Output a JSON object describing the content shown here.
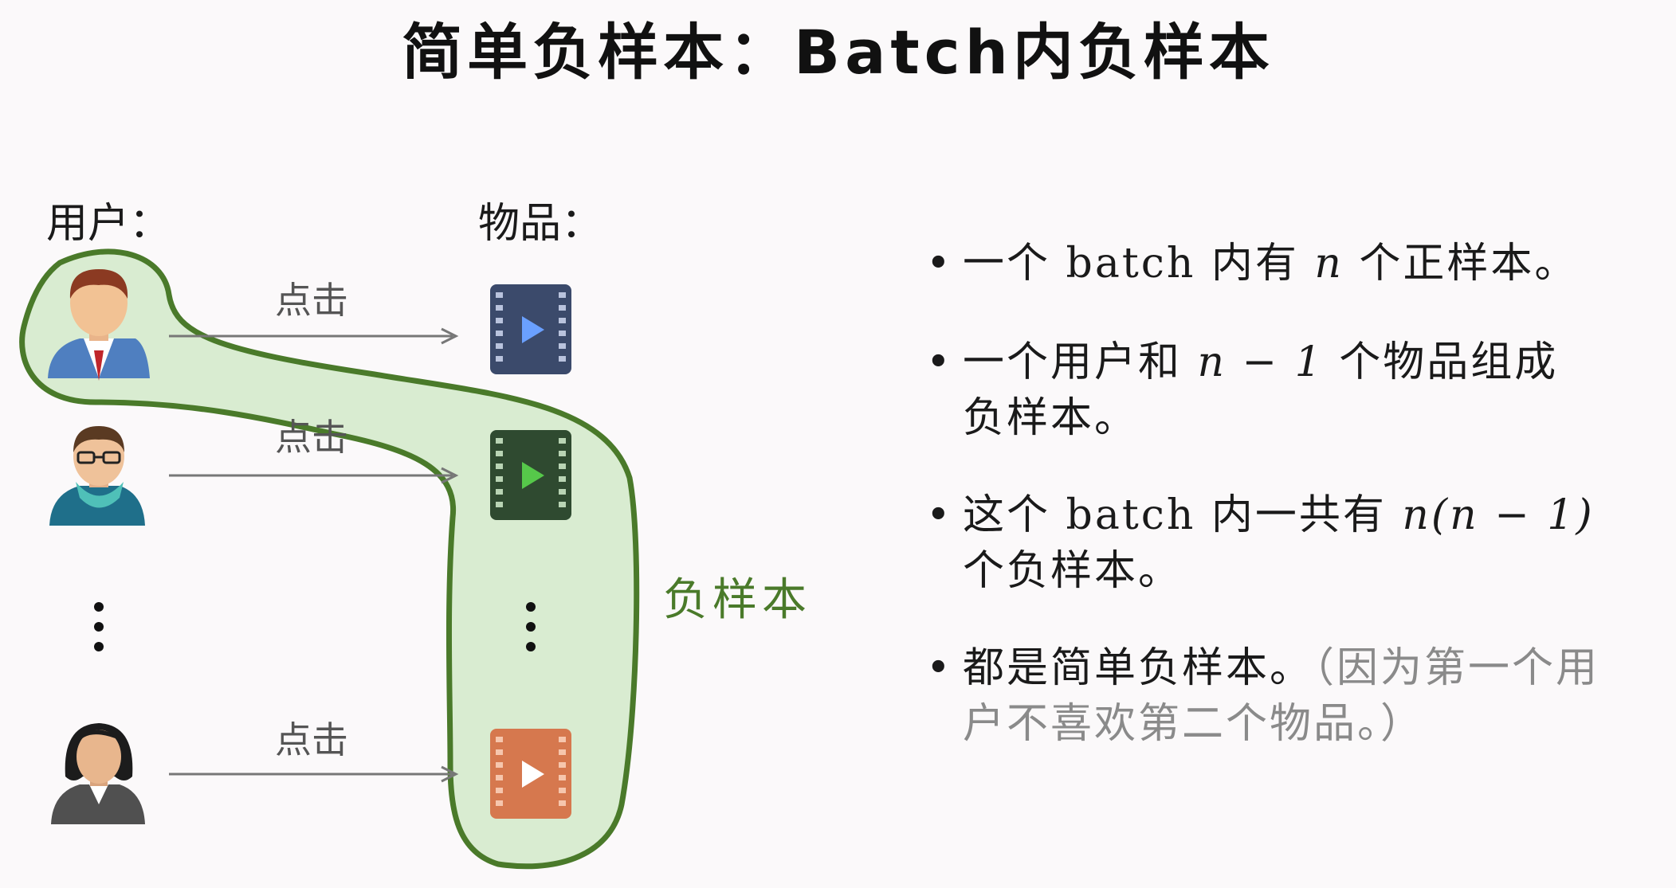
{
  "title": "简单负样本：Batch内负样本",
  "diagram": {
    "users_label": "用户：",
    "items_label": "物品：",
    "click_label": "点击",
    "negative_label": "负样本",
    "vdots": "⋮",
    "colors": {
      "region_fill": "#d9ecd1",
      "region_stroke": "#4a7a2a",
      "arrow": "#777777",
      "negative_text": "#4a7a2a",
      "video1": "#3b4a6b",
      "video2": "#2f4a30",
      "video3": "#d6784e"
    },
    "icons": [
      "male-user-icon",
      "glasses-user-icon",
      "female-user-icon",
      "video-icon"
    ]
  },
  "bullets": [
    {
      "pre": "一个 batch 内有 ",
      "math": "n",
      "post": " 个正样本。"
    },
    {
      "pre": "一个用户和 ",
      "math": "n − 1",
      "post": " 个物品组成负样本。"
    },
    {
      "pre": "这个 batch 内一共有 ",
      "math": "n(n − 1)",
      "post": " 个负样本。"
    },
    {
      "pre": "都是简单负样本。",
      "gray": "（因为第一个用户不喜欢第二个物品。）"
    }
  ]
}
